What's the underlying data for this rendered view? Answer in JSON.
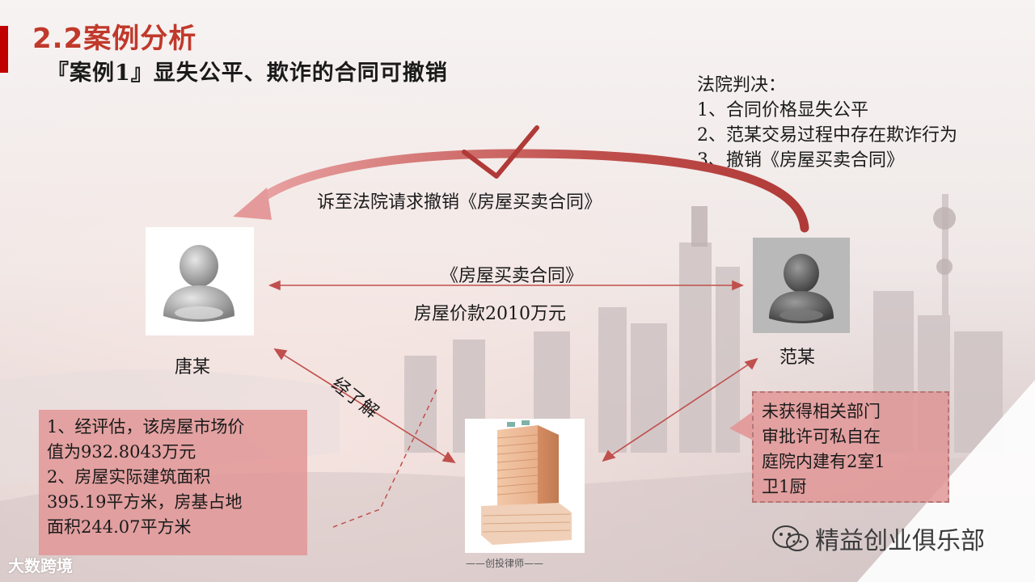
{
  "header": {
    "section_title": "2.2案例分析",
    "case_title": "『案例1』显失公平、欺诈的合同可撤销"
  },
  "court_verdict": {
    "heading": "法院判决：",
    "items": [
      "1、合同价格显失公平",
      "2、范某交易过程中存在欺诈行为",
      "3、撤销《房屋买卖合同》"
    ]
  },
  "diagram": {
    "lawsuit_label": "诉至法院请求撤销《房屋买卖合同》",
    "contract_label": "《房屋买卖合同》",
    "price_label": "房屋价款2010万元",
    "learned_label": "经了解",
    "party_a": "唐某",
    "party_b": "范某",
    "left_box": [
      "1、经评估，该房屋市场价",
      "值为932.8043万元",
      "2、房屋实际建筑面积",
      "395.19平方米，房基占地",
      "面积244.07平方米"
    ],
    "right_box": [
      "未获得相关部门",
      "审批许可私自在",
      "庭院内建有2室1",
      "卫1厨"
    ],
    "building_credit": "——创投律师——"
  },
  "footer": {
    "brand": "精益创业俱乐部",
    "watermark": "大数跨境"
  },
  "colors": {
    "accent": "#c00000",
    "title": "#c0392b",
    "box_fill": "#e29696",
    "arrow": "#c0504d"
  }
}
